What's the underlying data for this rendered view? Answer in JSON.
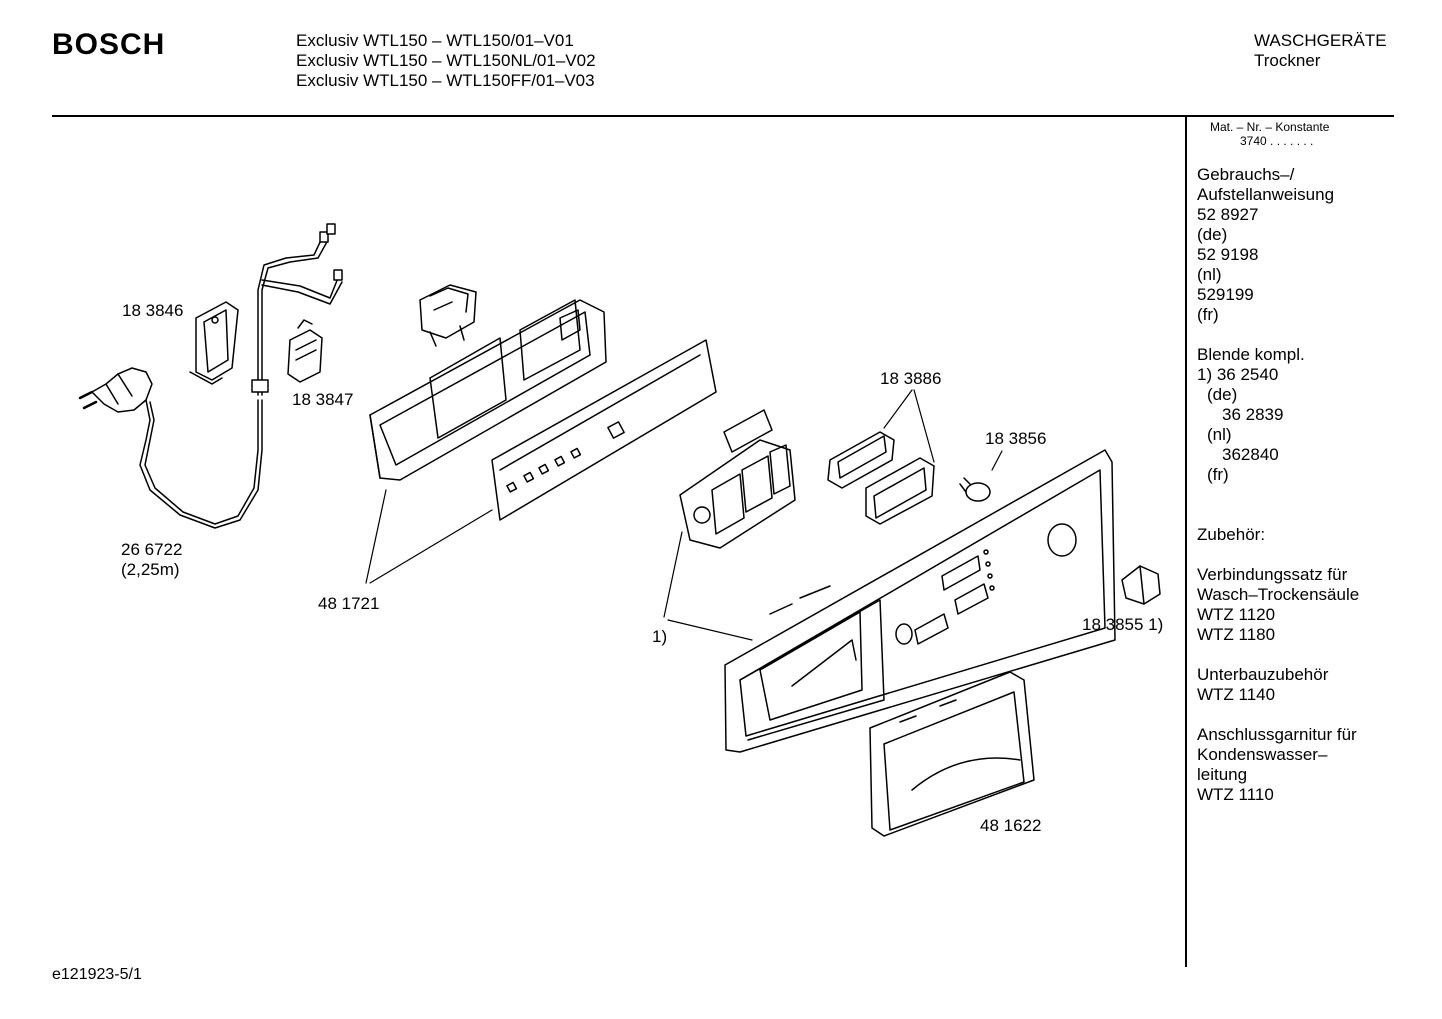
{
  "header": {
    "brand": "BOSCH",
    "models": [
      "Exclusiv WTL150 – WTL150/01–V01",
      "Exclusiv WTL150 – WTL150NL/01–V02",
      "Exclusiv WTL150 – WTL150FF/01–V03"
    ],
    "category": "WASCHGERÄTE",
    "subcategory": "Trockner"
  },
  "sidebar": {
    "matnr_label": "Mat. – Nr. – Konstante",
    "matnr_value": "3740",
    "matnr_dots": ". . .  . . . .",
    "manual_title_1": "Gebrauchs–/",
    "manual_title_2": "Aufstellanweisung",
    "manual_items": [
      "52 8927",
      "(de)",
      "52 9198",
      "(nl)",
      "529199",
      "(fr)"
    ],
    "panel_title": "Blende kompl.",
    "panel_first": "1) 36 2540",
    "panel_items": [
      "(de)",
      "36 2839",
      "(nl)",
      "362840",
      "(fr)"
    ],
    "accessories_title": "Zubehör:",
    "connect_kit_1": "Verbindungssatz für",
    "connect_kit_2": "Wasch–Trockensäule",
    "connect_kit_codes": [
      "WTZ 1120",
      "WTZ 1180"
    ],
    "underbuild_title": "Unterbauzubehör",
    "underbuild_code": "WTZ 1140",
    "drain_1": "Anschlussgarnitur für",
    "drain_2": "Kondenswasser–",
    "drain_3": "leitung",
    "drain_code": "WTZ 1110"
  },
  "parts": {
    "p183846": "18 3846",
    "p183847": "18 3847",
    "p266722": "26 6722",
    "p266722_len": "(2,25m)",
    "p481721": "48 1721",
    "p183886": "18 3886",
    "p183856": "18 3856",
    "p183855": "18 3855 1)",
    "p_ref1": "1)",
    "p481622": "48 1622"
  },
  "footer": {
    "code": "e121923-5/1"
  }
}
